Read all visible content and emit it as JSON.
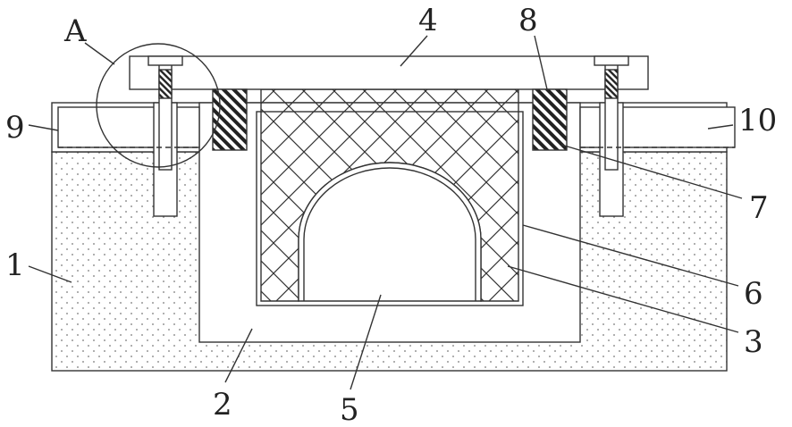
{
  "figure": {
    "detail_label": "A",
    "labels": {
      "n1": "1",
      "n2": "2",
      "n3": "3",
      "n4": "4",
      "n5": "5",
      "n6": "6",
      "n7": "7",
      "n8": "8",
      "n9": "9",
      "n10": "10"
    }
  }
}
